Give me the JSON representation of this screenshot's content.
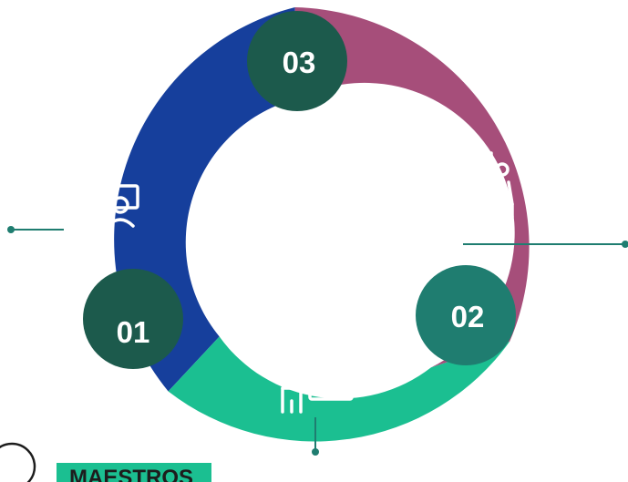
{
  "segments": [
    {
      "number": "01",
      "color": "#163F9C",
      "badge_color": "#1C5A4C",
      "icon": "meeting-icon"
    },
    {
      "number": "02",
      "color": "#1BBF91",
      "badge_color": "#1F7D70",
      "icon": "presentation-icon"
    },
    {
      "number": "03",
      "color": "#A64E7A",
      "badge_color": "#1C5A4C",
      "icon": "conversation-icon"
    }
  ],
  "legend": {
    "label": "MAESTROS",
    "highlight_color": "#1BBF91"
  }
}
